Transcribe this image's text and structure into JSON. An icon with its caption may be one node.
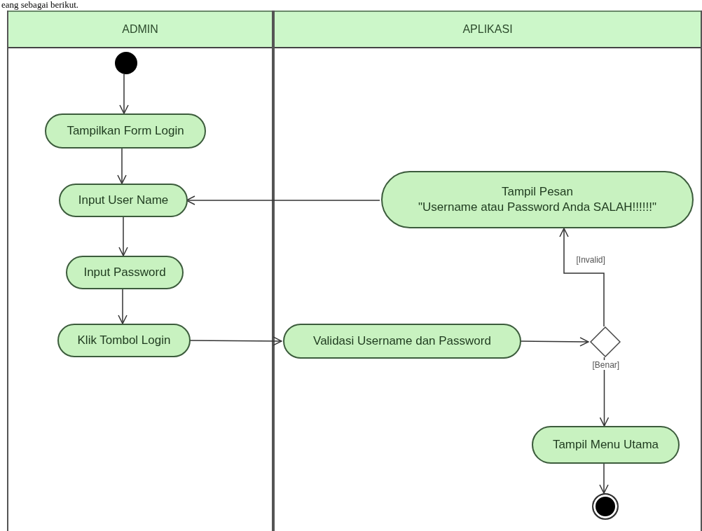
{
  "diagram": {
    "nodes": [
      {
        "text": [
          "ADMIN"
        ]
      },
      {
        "text": [
          "APLIKASI"
        ]
      },
      {
        "text": [],
        "shape": "circle",
        "in": 0
      },
      {
        "text": [
          "Tampilkan Form Login"
        ],
        "in": 0
      },
      {
        "text": [
          "Input User Name"
        ],
        "in": 0
      },
      {
        "text": [
          "Input Password"
        ],
        "in": 0
      },
      {
        "text": [
          "Klik Tombol Login"
        ],
        "in": 0
      },
      {
        "text": [
          "Tampil Pesan",
          "\"Username atau Password Anda SALAH!!!!!!\""
        ],
        "in": 1
      },
      {
        "text": [
          "Validasi Username dan Password"
        ],
        "in": 1
      },
      {
        "text": [],
        "shape": "diamond",
        "in": 1
      },
      {
        "text": [
          "Tampil Menu Utama"
        ],
        "in": 1
      },
      {
        "text": [],
        "shape": "circle",
        "in": 1
      }
    ],
    "edges": [
      {
        "from": 2,
        "to": 3,
        "arrow": "to"
      },
      {
        "from": 3,
        "to": 4,
        "arrow": "to"
      },
      {
        "from": 4,
        "to": 5,
        "arrow": "to"
      },
      {
        "from": 5,
        "to": 6,
        "arrow": "to"
      },
      {
        "from": 6,
        "to": 8,
        "arrow": "to"
      },
      {
        "from": 8,
        "to": 9,
        "arrow": "to"
      },
      {
        "from": 9,
        "to": 7,
        "arrow": "to",
        "label": "[Invalid]"
      },
      {
        "from": 7,
        "to": 4,
        "arrow": "to"
      },
      {
        "from": 9,
        "to": 10,
        "arrow": "to",
        "label": "[Benar]"
      },
      {
        "from": 10,
        "to": 11,
        "arrow": "to"
      }
    ],
    "labels": [
      "eang sebagai berikut."
    ]
  }
}
